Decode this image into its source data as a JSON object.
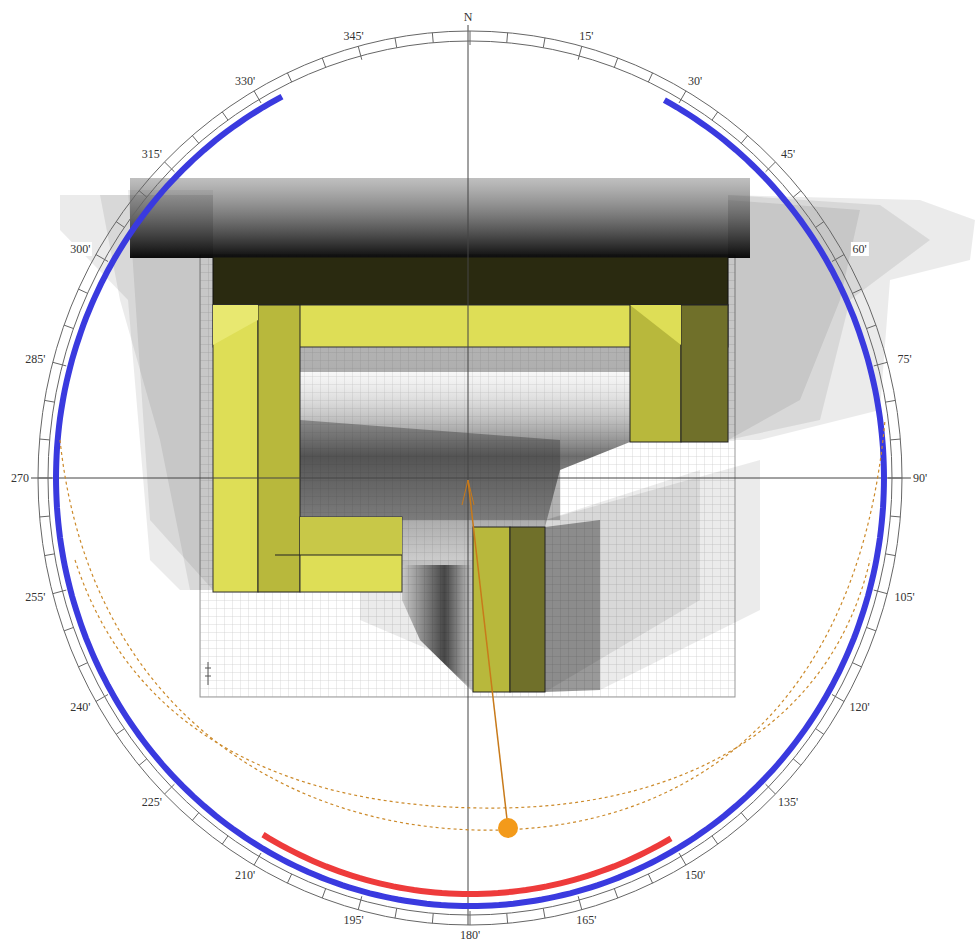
{
  "diagram": {
    "labels": [
      "N",
      "15'",
      "30'",
      "45'",
      "60'",
      "75'",
      "90'",
      "105'",
      "120'",
      "135'",
      "150'",
      "165'",
      "180'",
      "195'",
      "210'",
      "225'",
      "240'",
      "255'",
      "270",
      "285'",
      "300'",
      "315'",
      "330'",
      "345'"
    ]
  }
}
